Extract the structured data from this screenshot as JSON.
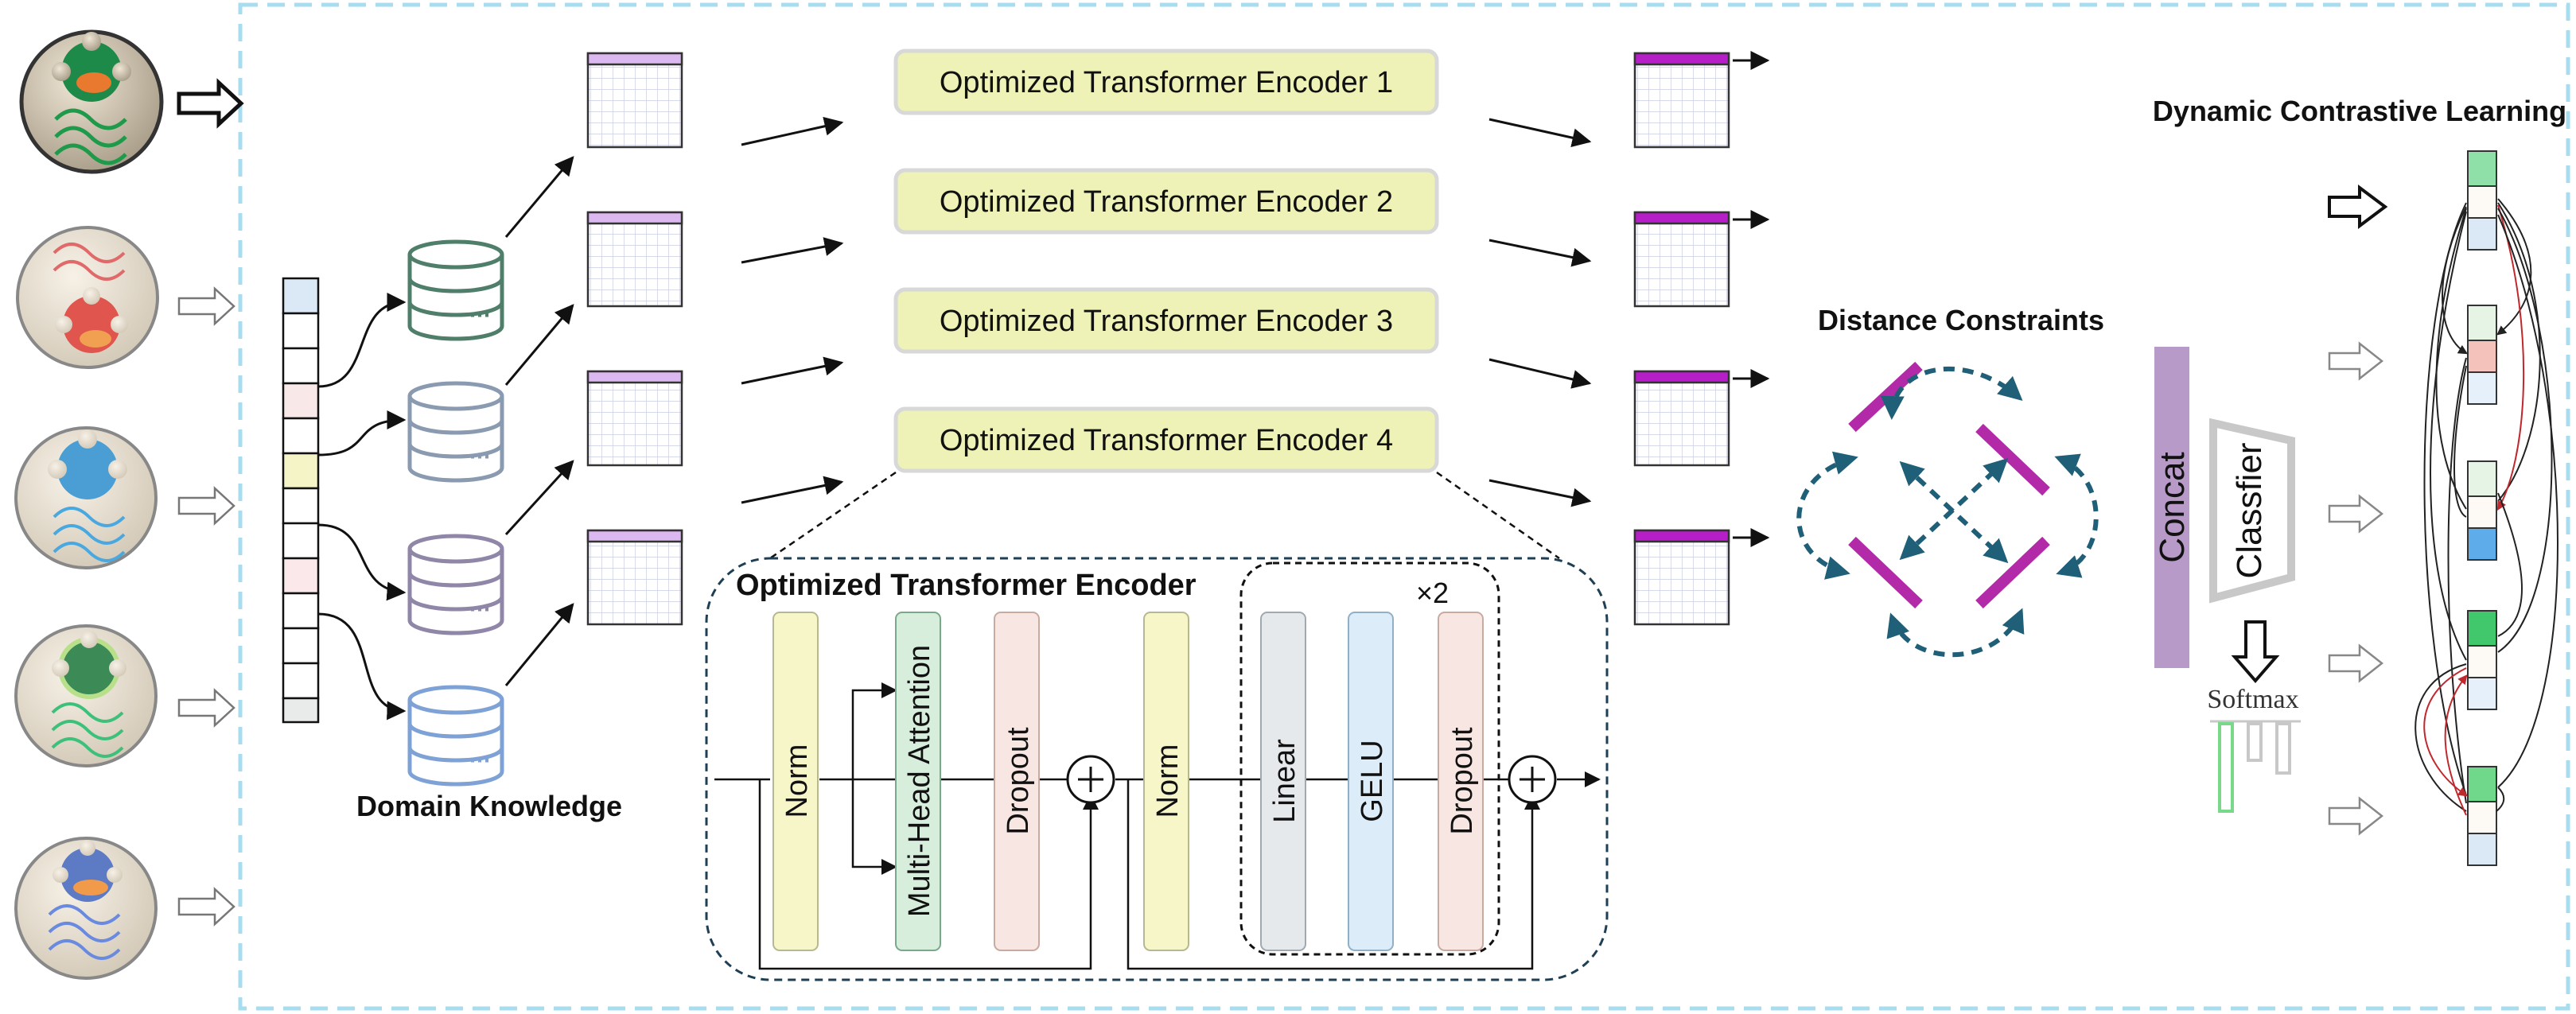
{
  "encoders": [
    {
      "label": "Optimized Transformer Encoder 1"
    },
    {
      "label": "Optimized Transformer Encoder 2"
    },
    {
      "label": "Optimized Transformer Encoder 3"
    },
    {
      "label": "Optimized Transformer Encoder 4"
    }
  ],
  "domain_knowledge_label": "Domain Knowledge",
  "detail": {
    "title": "Optimized Transformer Encoder",
    "repeat_label": "×2",
    "blocks": {
      "norm1": "Norm",
      "mha": "Multi-Head Attention",
      "dropout1": "Dropout",
      "norm2": "Norm",
      "linear": "Linear",
      "gelu": "GELU",
      "dropout2": "Dropout"
    }
  },
  "distance_constraints_label": "Distance Constraints",
  "concat_label": "Concat",
  "classifier_label": "Classfier",
  "softmax_label": "Softmax",
  "dcl_label": "Dynamic Contrastive Learning",
  "colors": {
    "frame": "#a8dcef",
    "encoder_fill": "#eef2b6",
    "norm_fill": "#f7f6c8",
    "mha_fill": "#d8eedd",
    "dropout_fill": "#f8e6e2",
    "linear_fill": "#e6e9ec",
    "gelu_fill": "#dcecf8",
    "concat": "#b89ac8",
    "magenta": "#b32aa8",
    "teal": "#1f5f78"
  }
}
